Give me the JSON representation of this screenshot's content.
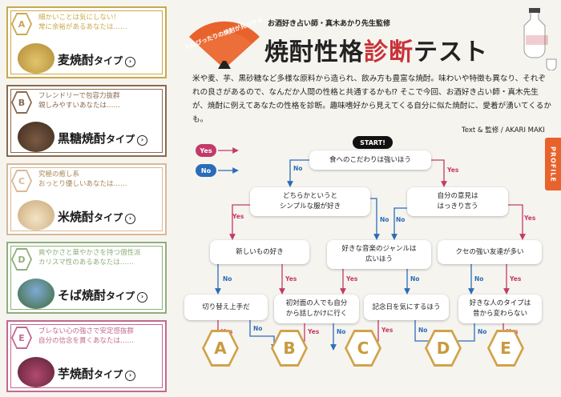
{
  "cards": [
    {
      "letter": "A",
      "desc": "細かいことは気にしない！\n常に余裕があるあなたは……",
      "title": "麦焼酎",
      "suffix": "タイプ",
      "color": "#c9a94d"
    },
    {
      "letter": "B",
      "desc": "フレンドリーで包容力抜群\n親しみやすいあなたは……",
      "title": "黒糖焼酎",
      "suffix": "タイプ",
      "color": "#8a6a50"
    },
    {
      "letter": "C",
      "desc": "究極の癒し系\nおっとり優しいあなたは……",
      "title": "米焼酎",
      "suffix": "タイプ",
      "color": "#d7b998"
    },
    {
      "letter": "D",
      "desc": "爽やかさと華やかさを持つ個性派\nカリスマ性のあるあなたは……",
      "title": "そば焼酎",
      "suffix": "タイプ",
      "color": "#8fae7d"
    },
    {
      "letter": "E",
      "desc": "ブレない心の強さで安定感抜群\n自分の信念を貫くあなたは……",
      "title": "芋焼酎",
      "suffix": "タイプ",
      "color": "#c26a8e"
    }
  ],
  "arrow_glyph": "›",
  "fan_text": "あなたにぴったりの焼酎が見つかるかも",
  "supervisor": "お酒好き占い師・真木あかり先生監修",
  "headline": {
    "part1": "焼酎性格",
    "part2": "診断",
    "part3": "テスト"
  },
  "intro": "米や麦、芋、黒砂糖など多様な原料から造られ、飲み方も豊富な焼酎。味わいや特徴も異なり、それぞれの良さがあるので、なんだか人間の性格と共通するかも⁉ そこで今回、お酒好き占い師・真木先生が、焼酎に例えてあなたの性格を診断。趣味嗜好から見えてくる自分に似た焼酎に、愛着が湧いてくるかも。",
  "credit": "Text & 監修 / AKARI MAKI",
  "profile_tab": "PROFILE",
  "legend": {
    "yes": "Yes",
    "no": "No"
  },
  "start": "START!",
  "questions": {
    "q1": "食へのこだわりは強いほう",
    "q2": "どちらかというと\nシンプルな服が好き",
    "q3": "自分の意見は\nはっきり言う",
    "q4": "新しいもの好き",
    "q5": "好きな音楽のジャンルは\n広いほう",
    "q6": "クセの強い友達が多い",
    "q7": "切り替え上手だ",
    "q8": "初対面の人でも自分\nから話しかけに行く",
    "q9": "記念日を気にするほう",
    "q10": "好きな人のタイプは\n昔から変わらない"
  },
  "results": [
    "A",
    "B",
    "C",
    "D",
    "E"
  ],
  "colors": {
    "yes": "#c23a6b",
    "no": "#2b6cb8",
    "gold": "#c99a3e",
    "accent": "#e8622c"
  }
}
